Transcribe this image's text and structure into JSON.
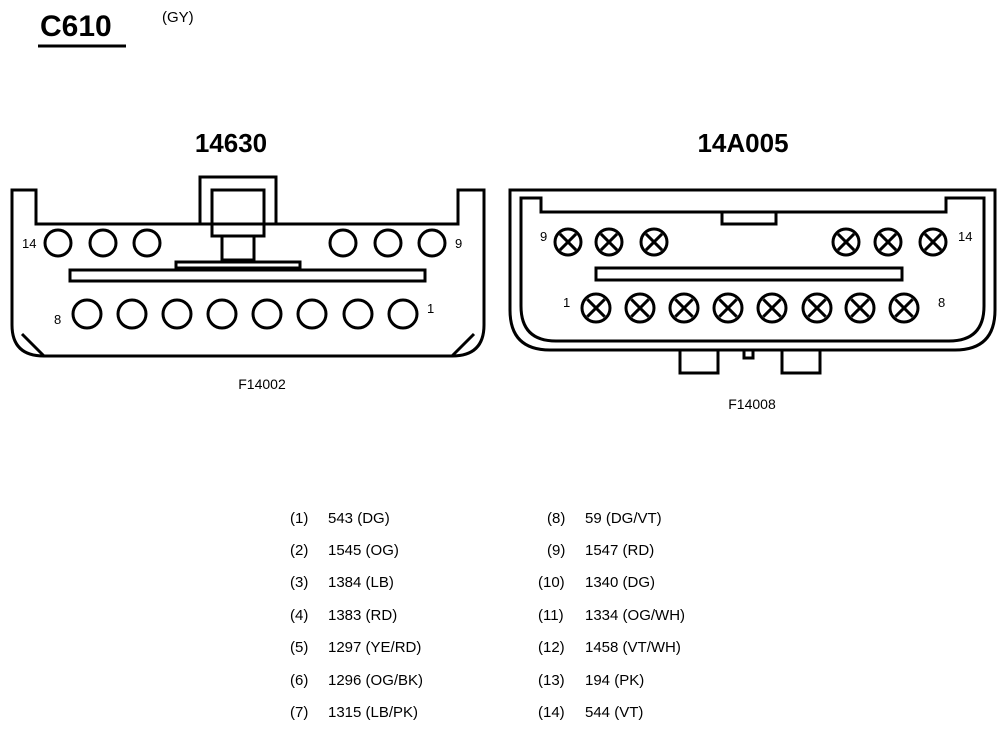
{
  "header": {
    "connector_id": "C610",
    "color_code": "(GY)"
  },
  "left_connector": {
    "part_number": "14630",
    "figure_id": "F14002",
    "pin_labels": {
      "top_left": "14",
      "top_right": "9",
      "bottom_left": "8",
      "bottom_right": "1"
    }
  },
  "right_connector": {
    "part_number": "14A005",
    "figure_id": "F14008",
    "pin_labels": {
      "top_left": "9",
      "top_right": "14",
      "bottom_left": "1",
      "bottom_right": "8"
    }
  },
  "pin_legend": [
    {
      "pin": "(1)",
      "circuit": "543 (DG)"
    },
    {
      "pin": "(2)",
      "circuit": "1545 (OG)"
    },
    {
      "pin": "(3)",
      "circuit": "1384 (LB)"
    },
    {
      "pin": "(4)",
      "circuit": "1383 (RD)"
    },
    {
      "pin": "(5)",
      "circuit": "1297 (YE/RD)"
    },
    {
      "pin": "(6)",
      "circuit": "1296 (OG/BK)"
    },
    {
      "pin": "(7)",
      "circuit": "1315 (LB/PK)"
    },
    {
      "pin": "(8)",
      "circuit": "59 (DG/VT)"
    },
    {
      "pin": "(9)",
      "circuit": "1547 (RD)"
    },
    {
      "pin": "(10)",
      "circuit": "1340 (DG)"
    },
    {
      "pin": "(11)",
      "circuit": "1334 (OG/WH)"
    },
    {
      "pin": "(12)",
      "circuit": "1458 (VT/WH)"
    },
    {
      "pin": "(13)",
      "circuit": "194 (PK)"
    },
    {
      "pin": "(14)",
      "circuit": "544 (VT)"
    }
  ]
}
